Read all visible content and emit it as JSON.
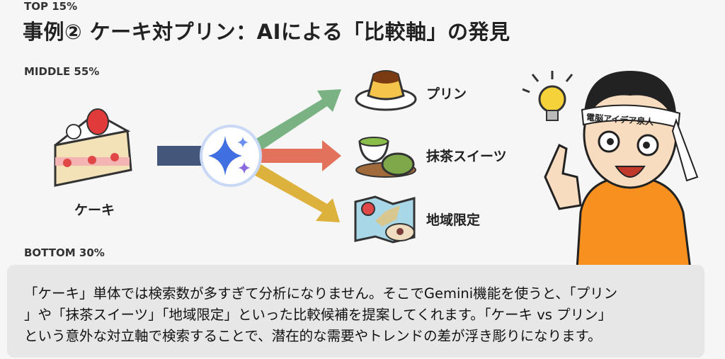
{
  "header": {
    "top_label": "TOP 15%",
    "title": "事例② ケーキ対プリン：AIによる「比較軸」の発見"
  },
  "middle": {
    "section_label": "MIDDLE 55%",
    "source": {
      "label": "ケーキ",
      "icon": "cake-icon"
    },
    "ai": {
      "icon": "gemini-sparkle-icon"
    },
    "items": [
      {
        "label": "プリン",
        "icon": "pudding-icon",
        "arrow_color": "#6aaa72"
      },
      {
        "label": "抹茶スイーツ",
        "icon": "matcha-sweets-icon",
        "arrow_color": "#e2725b"
      },
      {
        "label": "地域限定",
        "icon": "regional-map-icon",
        "arrow_color": "#ddb23c"
      }
    ],
    "character": {
      "headband_text": "電脳アイデア泉人",
      "icon": "lightbulb-icon"
    }
  },
  "bottom": {
    "section_label": "BOTTOM 30%",
    "lines": [
      "「ケーキ」単体では検索数が多すぎて分析になりません。そこでGemini機能を使うと、「プリン",
      "」や「抹茶スイーツ」「地域限定」といった比較候補を提案してくれます。「ケーキ vs プリン」",
      "という意外な対立軸で検索することで、潜在的な需要やトレンドの差が浮き彫りになります。"
    ]
  }
}
